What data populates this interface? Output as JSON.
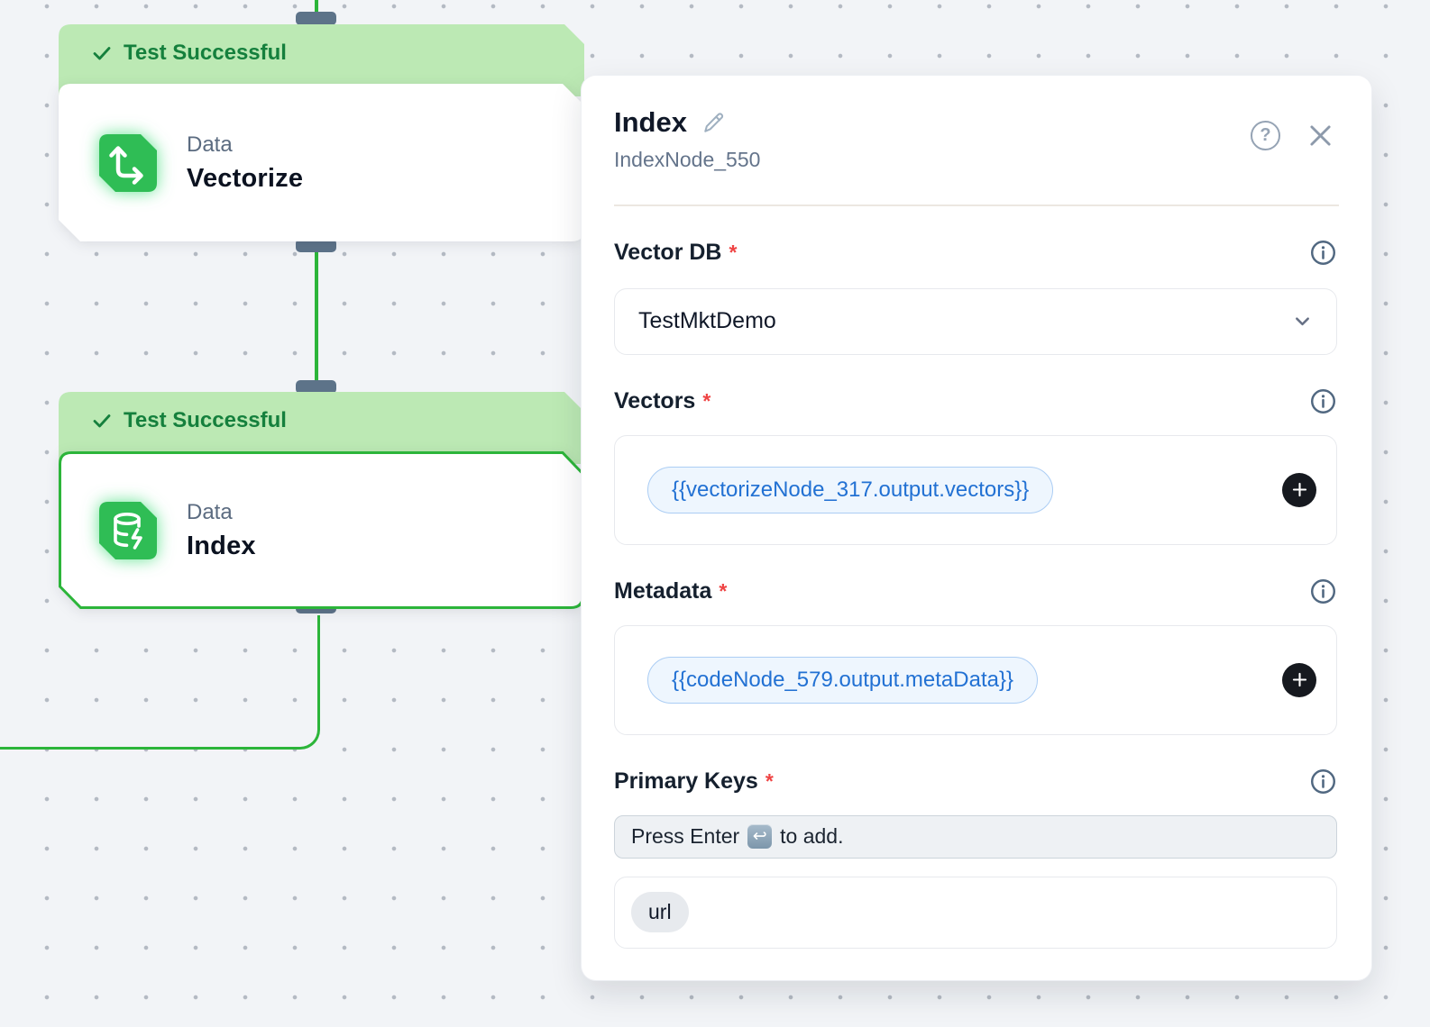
{
  "icons": {
    "help_glyph": "?",
    "enter_key_glyph": "↩",
    "required_marker": "*"
  },
  "canvas": {
    "nodes": [
      {
        "status": "Test Successful",
        "category": "Data",
        "title": "Vectorize",
        "icon": "axes-icon",
        "selected": false
      },
      {
        "status": "Test Successful",
        "category": "Data",
        "title": "Index",
        "icon": "database-bolt-icon",
        "selected": true
      }
    ]
  },
  "panel": {
    "title": "Index",
    "node_id": "IndexNode_550",
    "vector_db": {
      "label": "Vector DB",
      "value": "TestMktDemo"
    },
    "vectors": {
      "label": "Vectors",
      "chip": "{{vectorizeNode_317.output.vectors}}"
    },
    "metadata": {
      "label": "Metadata",
      "chip": "{{codeNode_579.output.metaData}}"
    },
    "primary_keys": {
      "label": "Primary Keys",
      "placeholder_prefix": "Press Enter",
      "placeholder_suffix": "to add.",
      "tags": [
        "url"
      ]
    }
  }
}
